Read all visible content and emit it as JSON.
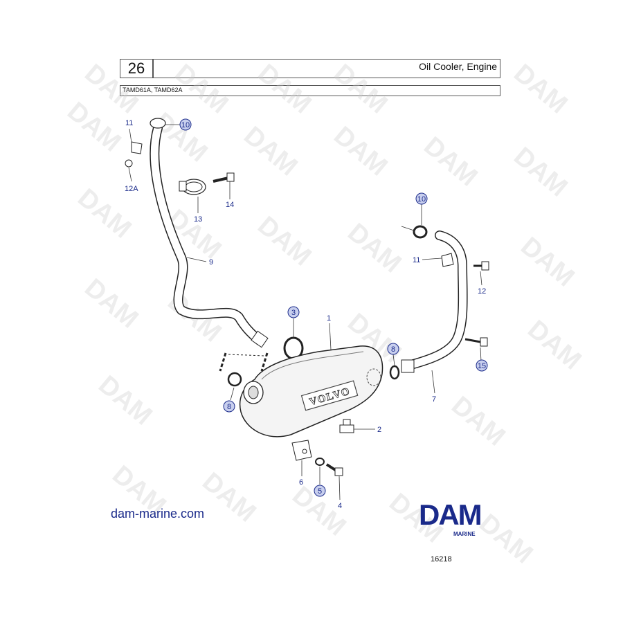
{
  "header": {
    "page_number": "26",
    "title": "Oil Cooler, Engine",
    "models": "TAMD61A, TAMD62A"
  },
  "watermark": {
    "text": "DAM",
    "color": "#cccccc"
  },
  "callouts": {
    "c1": "1",
    "c2": "2",
    "c3": "3",
    "c4": "4",
    "c5": "5",
    "c6": "6",
    "c7": "7",
    "c8a": "8",
    "c8b": "8",
    "c9": "9",
    "c10a": "10",
    "c10b": "10",
    "c11a": "11",
    "c11b": "11",
    "c12": "12",
    "c12a": "12A",
    "c13": "13",
    "c14": "14",
    "c15": "15"
  },
  "cooler_embossing": "VOLVO",
  "footer": {
    "website": "dam-marine.com",
    "logo_text": "DAM",
    "logo_subtext": "MARINE",
    "drawing_number": "16218"
  },
  "colors": {
    "callout_blue": "#1a2a8a",
    "logo_blue": "#1a2a8a",
    "callout_fill": "#c8cfee"
  }
}
